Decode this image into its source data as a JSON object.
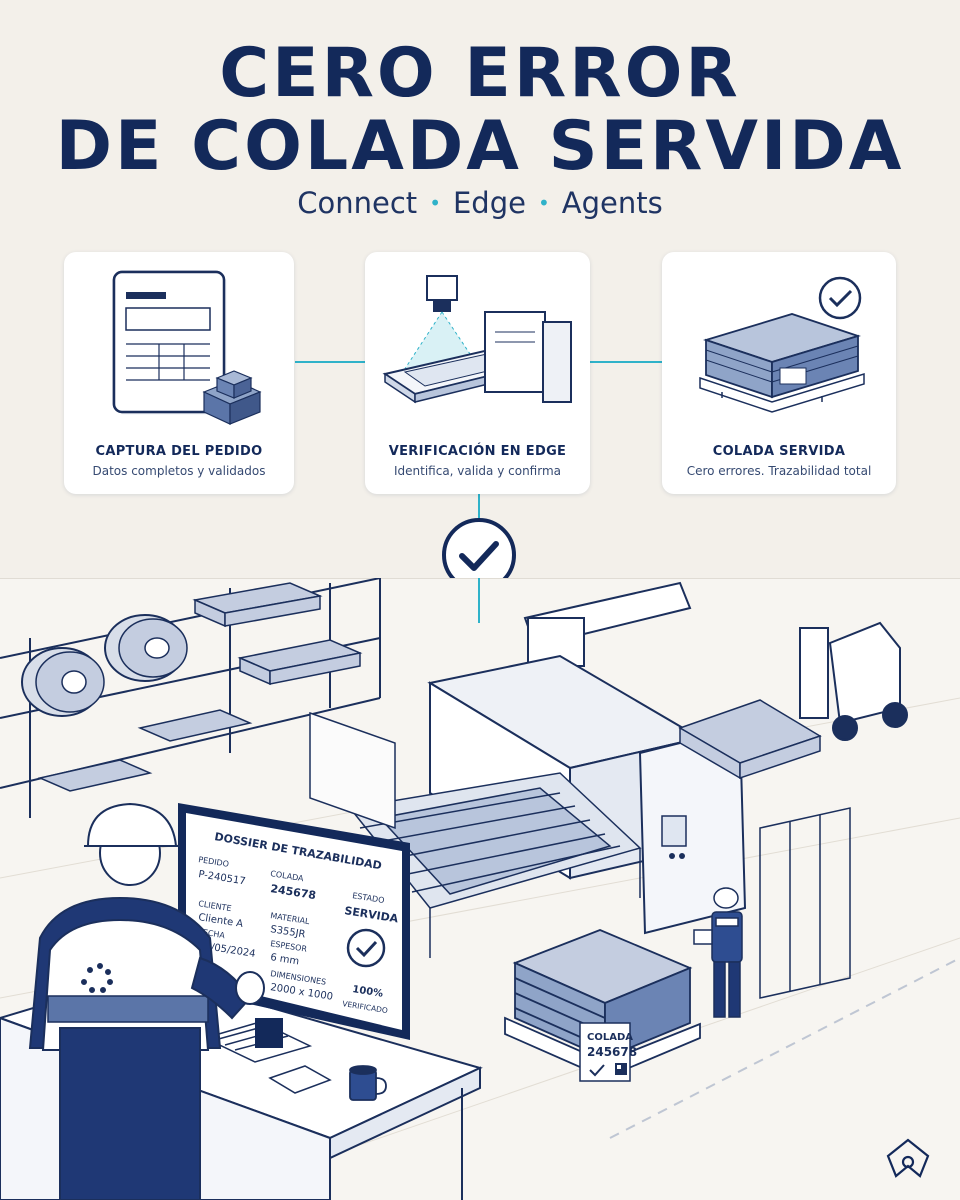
{
  "title": {
    "line1": "CERO ERROR",
    "line2": "DE COLADA SERVIDA"
  },
  "subtitle": {
    "items": [
      "Connect",
      "Edge",
      "Agents"
    ],
    "accent": "#2fb2c9"
  },
  "steps": [
    {
      "title": "CAPTURA DEL PEDIDO",
      "desc": "Datos completos y validados",
      "icon": "order-form-icon"
    },
    {
      "title": "VERIFICACIÓN EN EDGE",
      "desc": "Identifica, valida y confirma",
      "icon": "edge-scanner-icon"
    },
    {
      "title": "COLADA SERVIDA",
      "desc": "Cero errores. Trazabilidad total",
      "icon": "pallet-check-icon"
    }
  ],
  "dossier": {
    "title": "DOSSIER DE TRAZABILIDAD",
    "pedido_label": "PEDIDO",
    "pedido_value": "P-240517",
    "cliente_label": "CLIENTE",
    "cliente_value": "Cliente A",
    "fecha_label": "FECHA",
    "fecha_value": "17/05/2024",
    "colada_label": "COLADA",
    "colada_value": "245678",
    "material_label": "MATERIAL",
    "material_value": "S355JR",
    "espesor_label": "ESPESOR",
    "espesor_value": "6 mm",
    "dimensiones_label": "DIMENSIONES",
    "dimensiones_value": "2000 x 1000",
    "estado_label": "ESTADO",
    "estado_value": "SERVIDA",
    "verified_pct": "100%",
    "verified_label": "VERIFICADO"
  },
  "pallet_label": {
    "label": "COLADA",
    "value": "245678"
  },
  "colors": {
    "navy": "#13295a",
    "teal": "#2fb2c9",
    "background": "#f3f0ea"
  }
}
